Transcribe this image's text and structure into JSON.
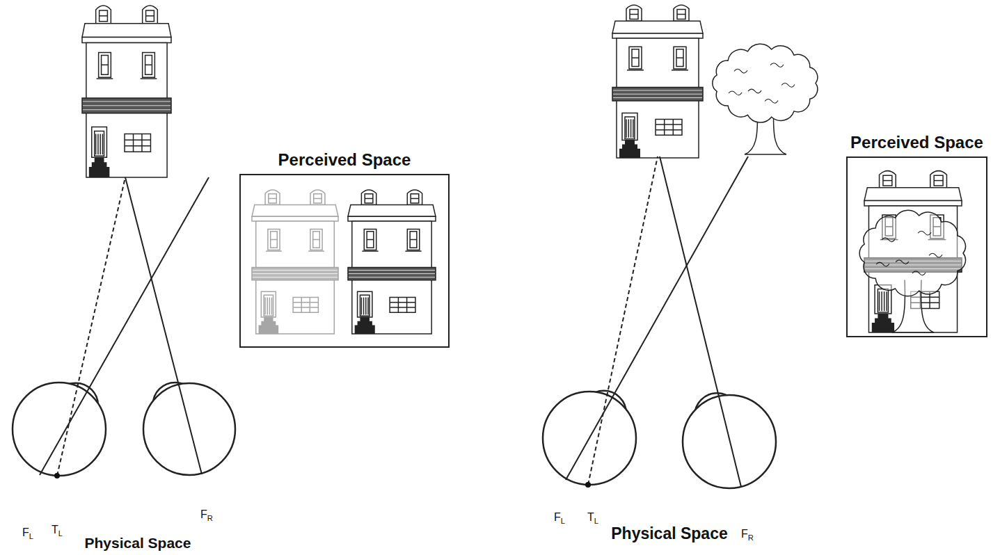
{
  "diagram": {
    "nodes": [
      {
        "text": [
          "Perceived Space"
        ]
      },
      {
        "text": [
          "Perceived Space"
        ]
      }
    ],
    "labels": [
      "FL",
      "TL",
      "FR",
      "Physical Space",
      "FL",
      "TL",
      "FR",
      "Physical Space"
    ]
  }
}
